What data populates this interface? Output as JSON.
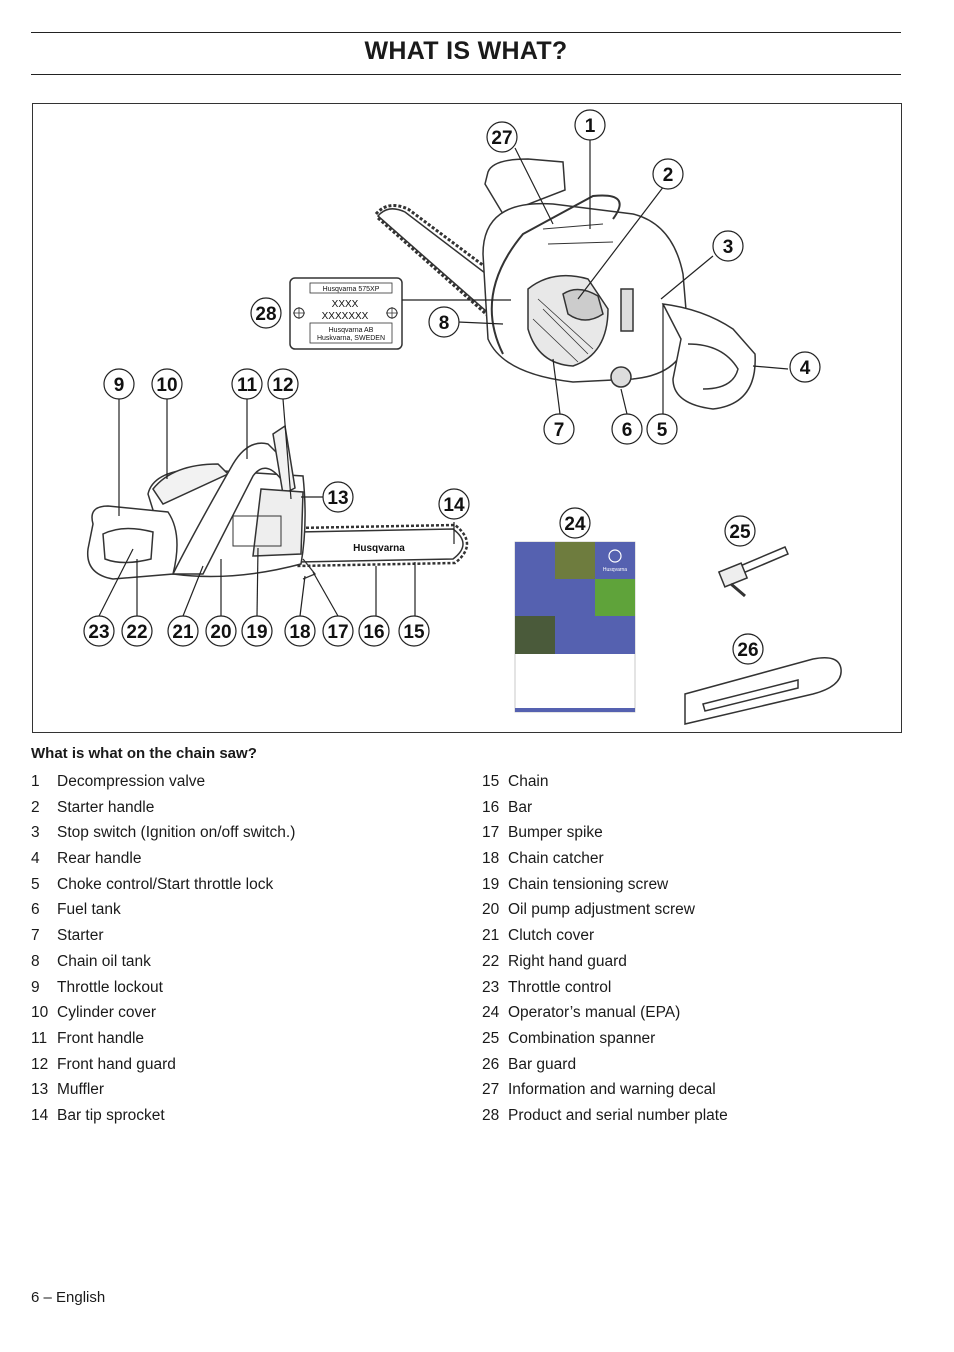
{
  "page": {
    "title": "WHAT IS WHAT?",
    "footer": "6 – English"
  },
  "figure": {
    "callouts": [
      "1",
      "2",
      "3",
      "4",
      "5",
      "6",
      "7",
      "8",
      "9",
      "10",
      "11",
      "12",
      "13",
      "14",
      "15",
      "16",
      "17",
      "18",
      "19",
      "20",
      "21",
      "22",
      "23",
      "24",
      "25",
      "26",
      "27",
      "28"
    ],
    "plate": {
      "model": "Husqvarna 575XP",
      "code1": "XXXX",
      "code2": "XXXXXXX",
      "maker": "Husqvarna AB",
      "address": "Huskvarna, SWEDEN"
    },
    "bar_brand": "Husqvarna",
    "manual_brand": "Husqvarna"
  },
  "list": {
    "heading": "What is what on the chain saw?",
    "left": [
      {
        "num": "1",
        "label": "Decompression valve"
      },
      {
        "num": "2",
        "label": "Starter handle"
      },
      {
        "num": "3",
        "label": "Stop switch (Ignition on/off switch.)"
      },
      {
        "num": "4",
        "label": "Rear handle"
      },
      {
        "num": "5",
        "label": "Choke control/Start throttle lock"
      },
      {
        "num": "6",
        "label": "Fuel tank"
      },
      {
        "num": "7",
        "label": "Starter"
      },
      {
        "num": "8",
        "label": "Chain oil tank"
      },
      {
        "num": "9",
        "label": "Throttle lockout"
      },
      {
        "num": "10",
        "label": "Cylinder cover"
      },
      {
        "num": "11",
        "label": "Front handle"
      },
      {
        "num": "12",
        "label": "Front hand guard"
      },
      {
        "num": "13",
        "label": "Muffler"
      },
      {
        "num": "14",
        "label": "Bar tip sprocket"
      }
    ],
    "right": [
      {
        "num": "15",
        "label": "Chain"
      },
      {
        "num": "16",
        "label": "Bar"
      },
      {
        "num": "17",
        "label": "Bumper spike"
      },
      {
        "num": "18",
        "label": "Chain catcher"
      },
      {
        "num": "19",
        "label": "Chain tensioning screw"
      },
      {
        "num": "20",
        "label": "Oil pump adjustment screw"
      },
      {
        "num": "21",
        "label": "Clutch cover"
      },
      {
        "num": "22",
        "label": "Right hand guard"
      },
      {
        "num": "23",
        "label": "Throttle control"
      },
      {
        "num": "24",
        "label": "Operator’s manual (EPA)"
      },
      {
        "num": "25",
        "label": "Combination spanner"
      },
      {
        "num": "26",
        "label": "Bar guard"
      },
      {
        "num": "27",
        "label": "Information and warning decal"
      },
      {
        "num": "28",
        "label": "Product and serial number plate"
      }
    ]
  }
}
